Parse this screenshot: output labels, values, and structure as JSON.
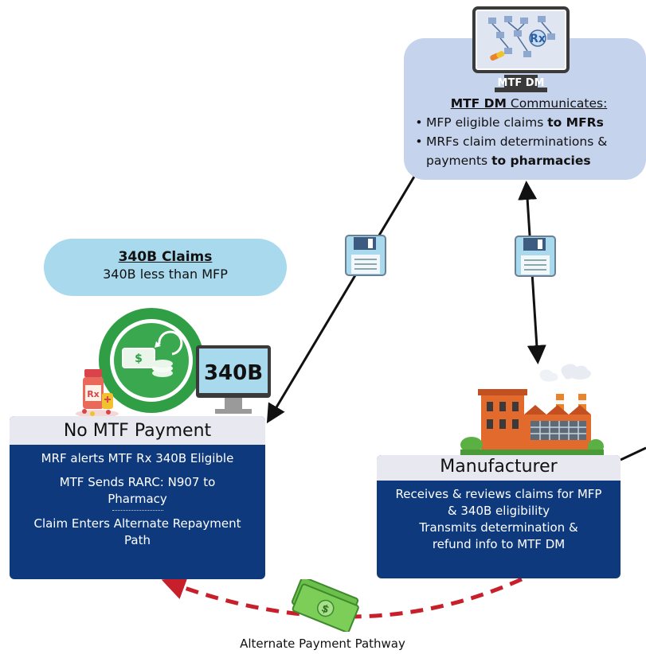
{
  "mtf_dm": {
    "monitor_label": "MTF DM",
    "rx_label": "Rx",
    "title_bold": "MTF DM",
    "title_rest": " Communicates:",
    "bullets": [
      {
        "text": "MFP eligible claims ",
        "bold": "to MFRs"
      },
      {
        "text": "MRFs claim determinations & payments ",
        "bold": "to pharmacies"
      }
    ]
  },
  "claims_340b": {
    "title": "340B Claims",
    "subtitle": "340B less than MFP",
    "monitor_label": "340B"
  },
  "no_mtf_payment": {
    "title": "No MTF Payment",
    "lines": [
      "MRF alerts MTF Rx 340B Eligible",
      "MTF Sends RARC: N907 to Pharmacy",
      "Claim Enters Alternate Repayment Path"
    ]
  },
  "manufacturer": {
    "title": "Manufacturer",
    "lines": [
      "Receives & reviews claims for MFP & 340B eligibility",
      "Transmits determination & refund info to MTF DM"
    ]
  },
  "pathway_caption": "Alternate Payment Pathway",
  "colors": {
    "card_blue": "#0e3a7d",
    "card_header": "#e8e8f0",
    "mtf_box": "#c5d3ec",
    "pill": "#a9d9ec",
    "dashed_arrow": "#c8202a"
  }
}
